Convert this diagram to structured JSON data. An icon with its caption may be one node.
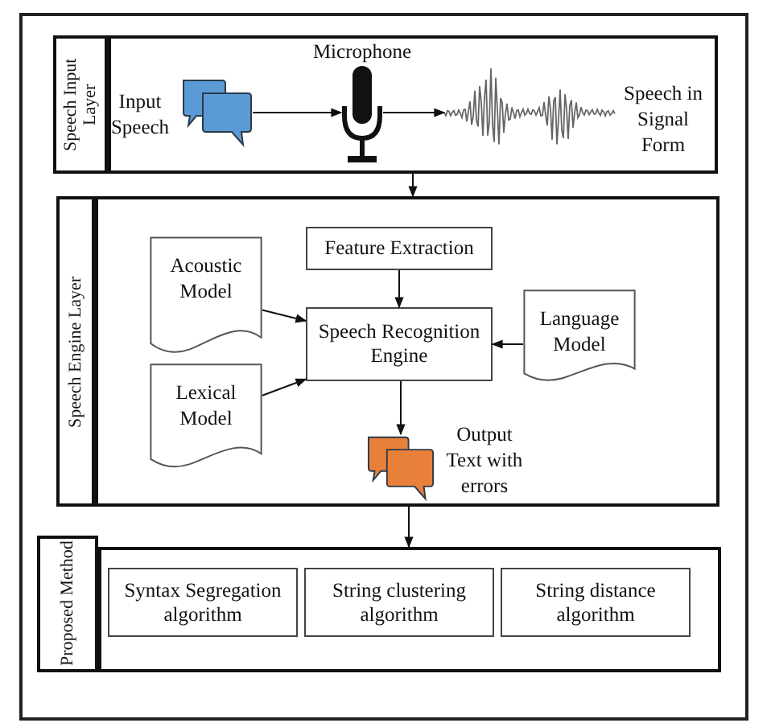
{
  "diagram": {
    "nodes": [
      {
        "text": [
          "Speech Input Layer"
        ]
      },
      {
        "text": [],
        "shape": "speech-bubble",
        "in": 0,
        "beside": [
          "Input Speech"
        ]
      },
      {
        "text": [],
        "shape": "microphone",
        "in": 0,
        "beside": [
          "Microphone"
        ]
      },
      {
        "text": [],
        "shape": "waveform",
        "in": 0,
        "beside": [
          "Speech in Signal Form"
        ]
      },
      {
        "text": [
          "Speech Engine Layer"
        ]
      },
      {
        "text": [
          "Feature Extraction"
        ],
        "in": 4
      },
      {
        "text": [
          "Acoustic Model"
        ],
        "in": 4
      },
      {
        "text": [
          "Speech Recognition Engine"
        ],
        "in": 4
      },
      {
        "text": [
          "Language Model"
        ],
        "in": 4
      },
      {
        "text": [
          "Lexical Model"
        ],
        "in": 4
      },
      {
        "text": [],
        "shape": "speech-bubble",
        "in": 4,
        "beside": [
          "Output Text with errors"
        ]
      },
      {
        "text": [
          "Proposed Method"
        ]
      },
      {
        "text": [
          "Syntax Segregation algorithm"
        ],
        "in": 11
      },
      {
        "text": [
          "String clustering algorithm"
        ],
        "in": 11
      },
      {
        "text": [
          "String distance algorithm"
        ],
        "in": 11
      }
    ],
    "edges": [
      {
        "from": 1,
        "to": 2,
        "arrow": "to"
      },
      {
        "from": 2,
        "to": 3,
        "arrow": "to"
      },
      {
        "from": 0,
        "to": 4,
        "arrow": "to"
      },
      {
        "from": 5,
        "to": 7,
        "arrow": "to"
      },
      {
        "from": 6,
        "to": 7,
        "arrow": "to"
      },
      {
        "from": 9,
        "to": 7,
        "arrow": "to"
      },
      {
        "from": 8,
        "to": 7,
        "arrow": "to"
      },
      {
        "from": 7,
        "to": 10,
        "arrow": "to"
      },
      {
        "from": 4,
        "to": 11,
        "arrow": "to"
      }
    ]
  }
}
